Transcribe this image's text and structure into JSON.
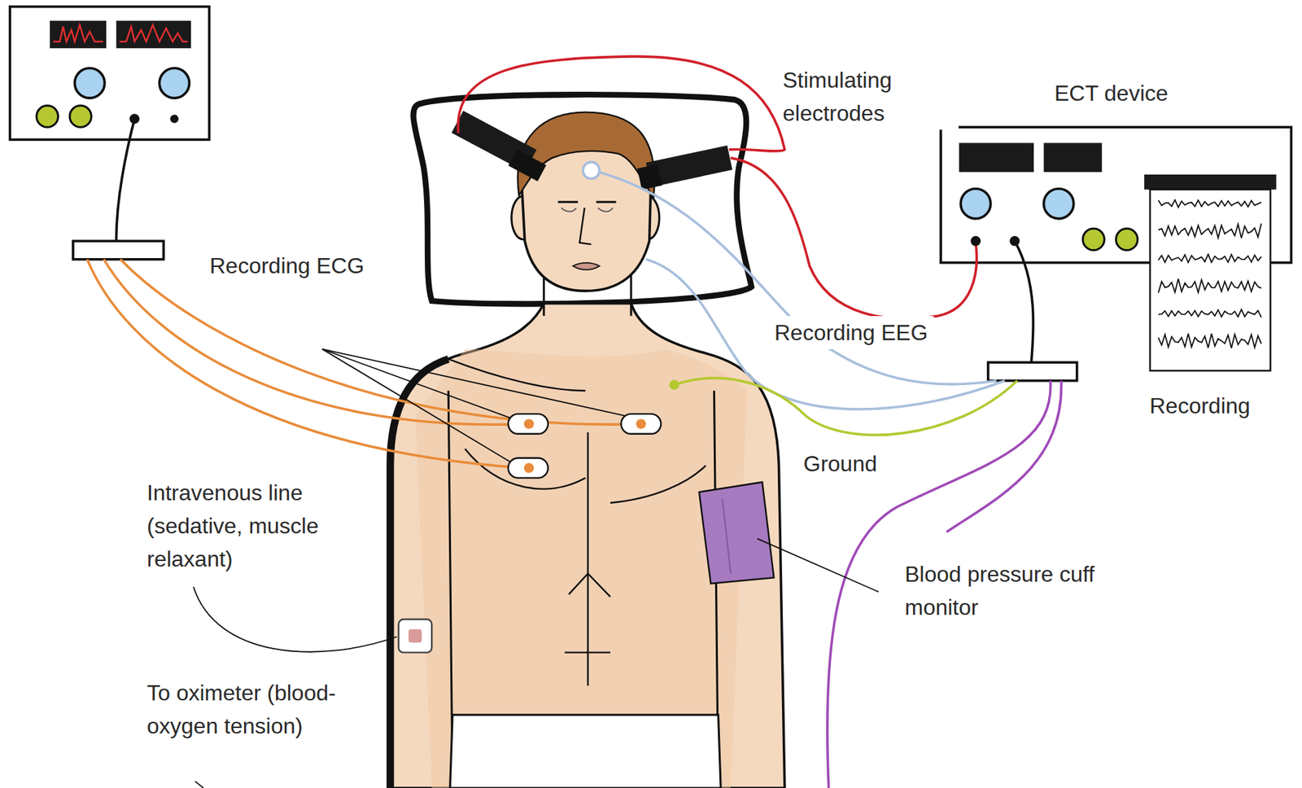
{
  "diagram": {
    "labels": [
      "Stimulating electrodes",
      "ECT device",
      "Recording ECG",
      "Recording EEG",
      "Recording",
      "Ground",
      "Intravenous line (sedative, muscle relaxant)",
      "Blood pressure cuff monitor",
      "To oximeter (blood-oxygen tension)"
    ]
  }
}
